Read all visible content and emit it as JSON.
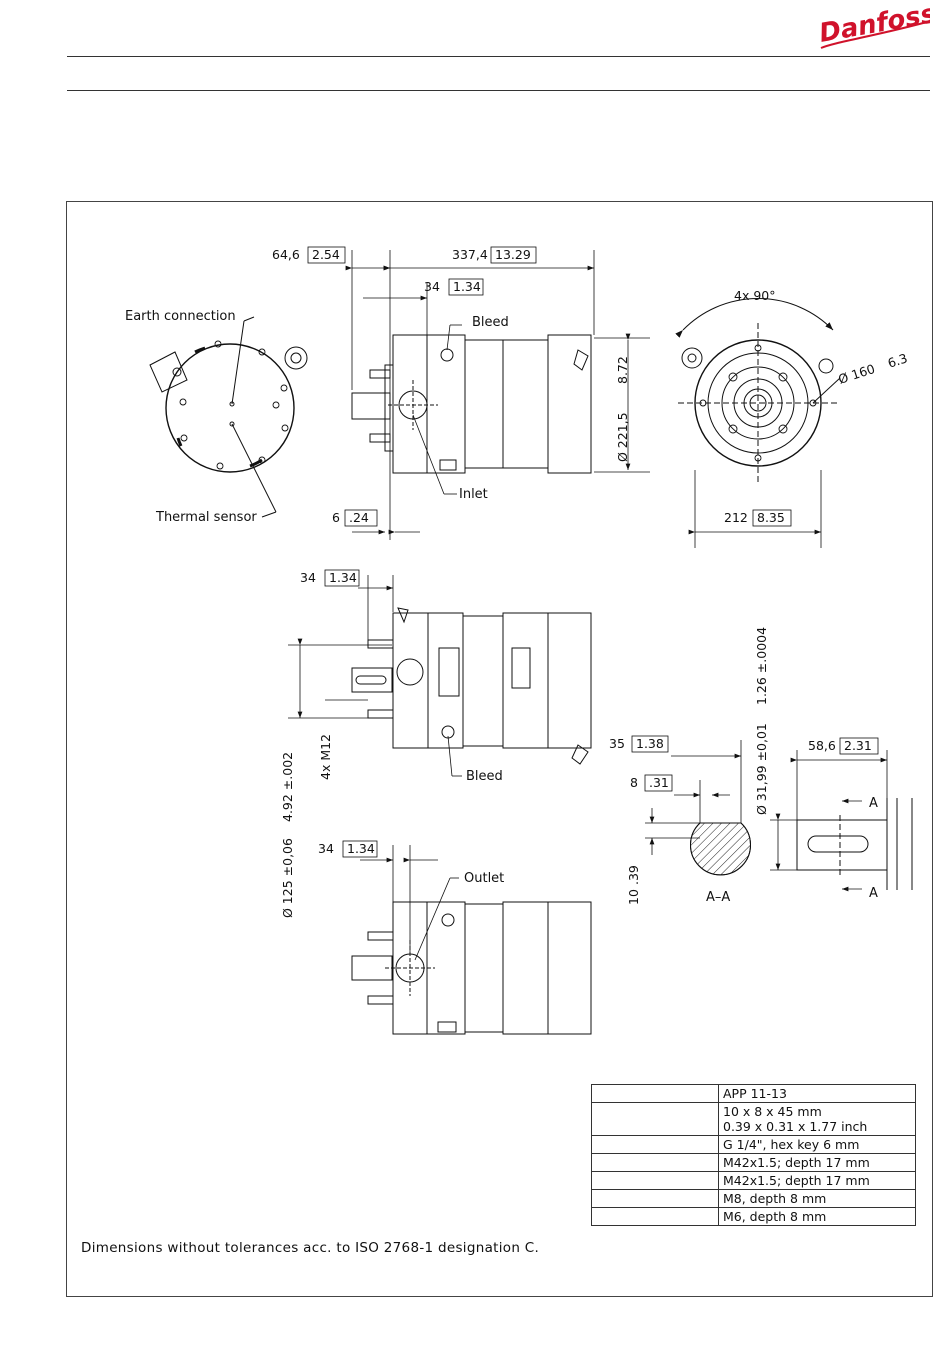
{
  "brand": {
    "logo_text": "Danfoss",
    "color": "#d0122b"
  },
  "dimensions": {
    "d_64_6": "64,6",
    "d_64_6_in": "2.54",
    "d_337_4": "337,4",
    "d_337_4_in": "13.29",
    "d_34": "34",
    "d_34_in": "1.34",
    "d_6": "6",
    "d_6_in": ".24",
    "d_221_5": "Ø 221,5",
    "d_221_5_in": "8.72",
    "d_4x90": "4x 90°",
    "d_160": "Ø 160",
    "d_160_in": "6.3",
    "d_212": "212",
    "d_212_in": "8.35",
    "d_125": "Ø 125 ±0,06",
    "d_125_in": "4.92 ±.002",
    "d_m12": "4x M12",
    "d_35": "35",
    "d_35_in": "1.38",
    "d_8": "8",
    "d_8_in": ".31",
    "d_10": "10",
    "d_10_in": ".39",
    "d_31_99": "Ø 31,99 ±0,01",
    "d_31_99_in": "1.26 ±.0004",
    "d_58_6": "58,6",
    "d_58_6_in": "2.31"
  },
  "labels": {
    "earth": "Earth connection",
    "thermal": "Thermal sensor",
    "bleed": "Bleed",
    "inlet": "Inlet",
    "outlet": "Outlet",
    "section": "A–A",
    "section_mark": "A"
  },
  "spec_table": [
    {
      "value": "APP 11-13"
    },
    {
      "value": "10 x 8 x 45 mm\n0.39 x 0.31 x 1.77 inch"
    },
    {
      "value": "G 1/4\", hex key 6 mm"
    },
    {
      "value": "M42x1.5; depth 17 mm"
    },
    {
      "value": "M42x1.5; depth 17 mm"
    },
    {
      "value": "M8, depth 8 mm"
    },
    {
      "value": "M6, depth 8 mm"
    }
  ],
  "footnote": "Dimensions without tolerances acc. to ISO 2768-1 designation C."
}
